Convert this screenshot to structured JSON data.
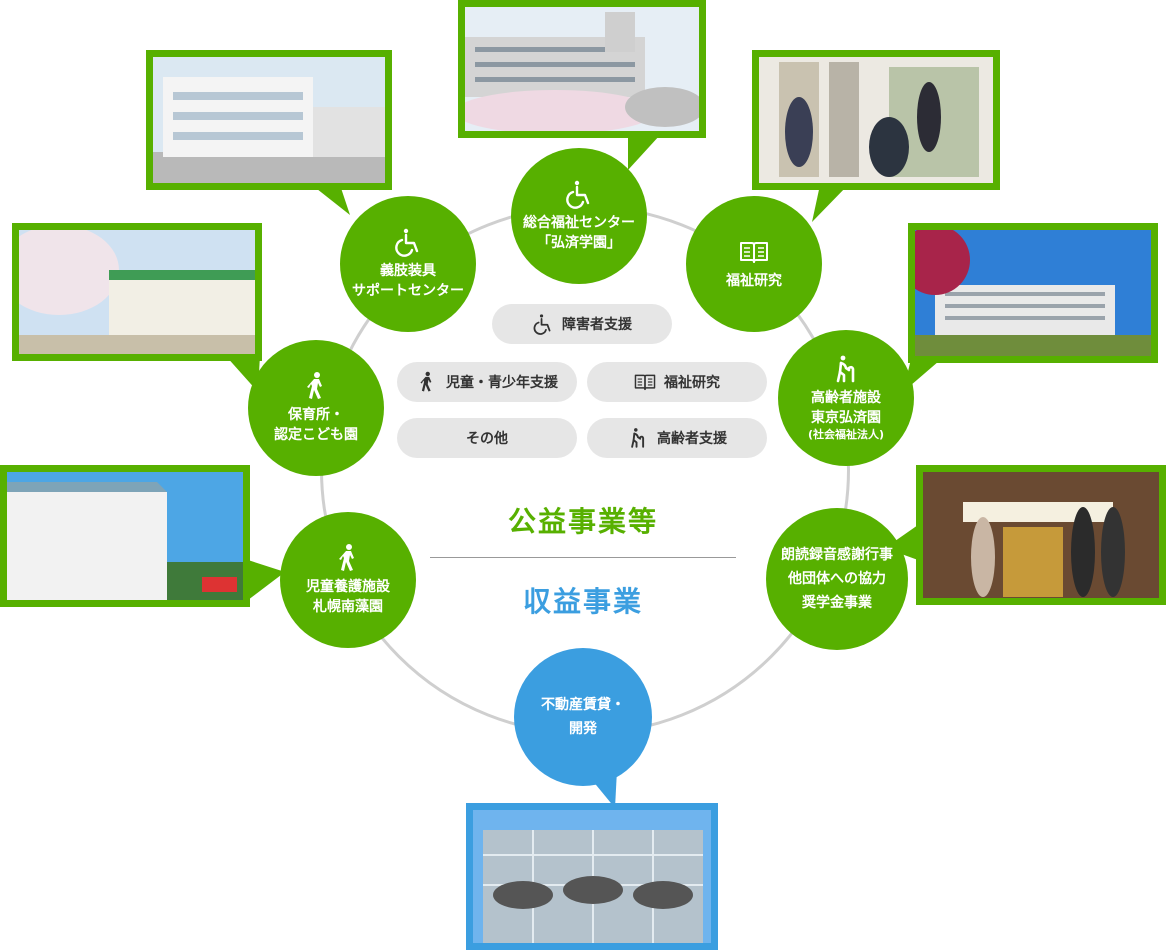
{
  "colors": {
    "green": "#57b000",
    "blue": "#3b9ee0",
    "ring": "#cfcfcf",
    "pill": "#e6e6e6"
  },
  "center": {
    "public_title": "公益事業等",
    "profit_title": "収益事業"
  },
  "categories": {
    "disability": "障害者支援",
    "child": "児童・青少年支援",
    "research": "福祉研究",
    "other": "その他",
    "elderly": "高齢者支援"
  },
  "nodes": {
    "welfare_center": {
      "line1": "総合福祉センター",
      "line2": "「弘済学園」",
      "icon": "wheelchair-icon"
    },
    "prosthetics": {
      "line1": "義肢装具",
      "line2": "サポートセンター",
      "icon": "wheelchair-icon"
    },
    "research": {
      "line1": "福祉研究",
      "icon": "book-icon"
    },
    "nursery": {
      "line1": "保育所・",
      "line2": "認定こども園",
      "icon": "child-walk-icon"
    },
    "elderly": {
      "line1": "高齢者施設",
      "line2": "東京弘済園",
      "sub": "(社会福祉法人)",
      "icon": "elderly-cane-icon"
    },
    "child_home": {
      "line1": "児童養護施設",
      "line2": "札幌南藻園",
      "icon": "child-walk-icon"
    },
    "reading": {
      "line1": "朗読録音感謝行事",
      "line2": "他団体への協力",
      "line3": "奨学金事業"
    },
    "real_estate": {
      "line1": "不動産賃貸・",
      "line2": "開発"
    }
  }
}
